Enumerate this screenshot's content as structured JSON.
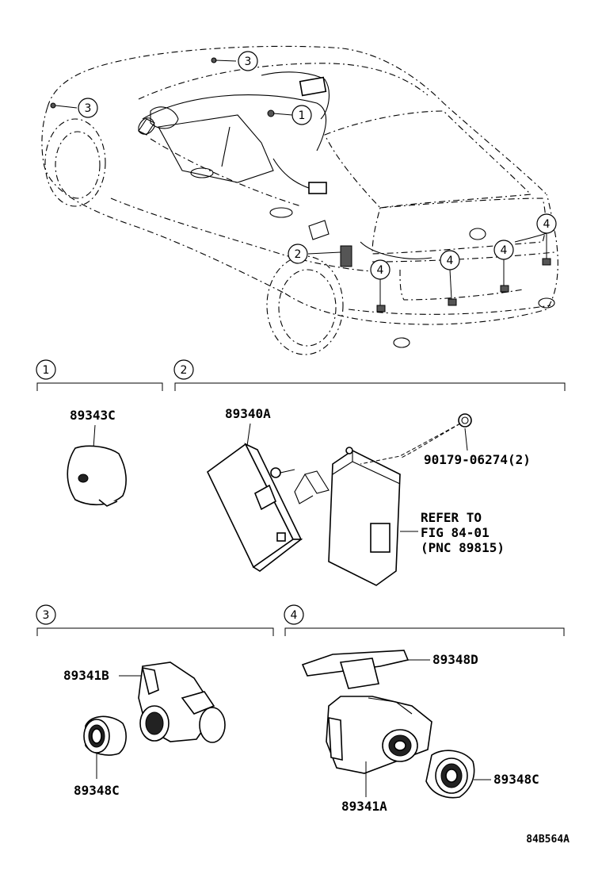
{
  "callouts": {
    "c1": "1",
    "c2": "2",
    "c3": "3",
    "c4": "4"
  },
  "section1": {
    "number": "1",
    "part": "89343C"
  },
  "section2": {
    "number": "2",
    "part": "89340A",
    "bolt": "90179-06274(2)",
    "refer_line1": "REFER TO",
    "refer_line2": "FIG 84-01",
    "refer_line3": "(PNC 89815)"
  },
  "section3": {
    "number": "3",
    "sensor": "89341B",
    "bezel": "89348C"
  },
  "section4": {
    "number": "4",
    "bracket": "89348D",
    "sensor": "89341A",
    "bezel": "89348C"
  },
  "figure_code": "84B564A"
}
